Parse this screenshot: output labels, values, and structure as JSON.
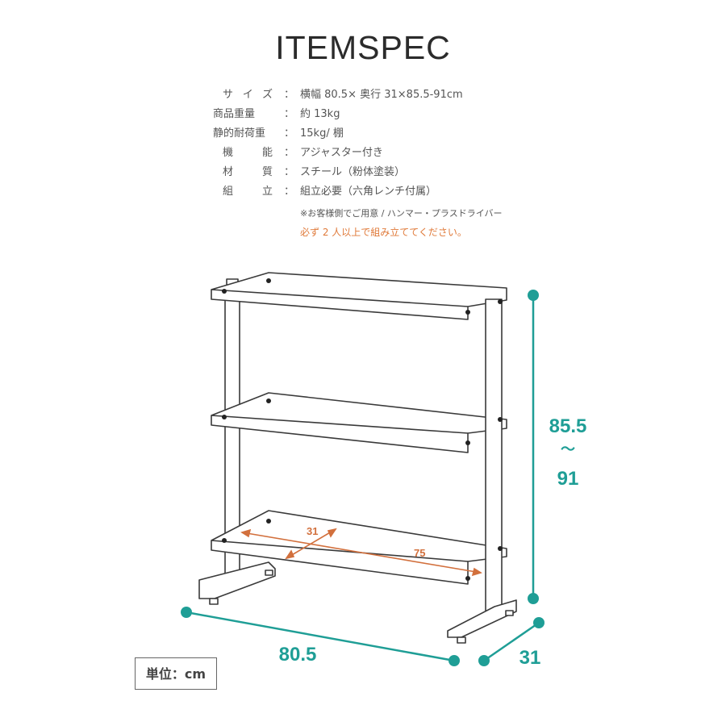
{
  "title": "ITEMSPEC",
  "specs": [
    {
      "label": "サイズ",
      "colon": "：",
      "value": "横幅 80.5× 奥行 31×85.5-91cm"
    },
    {
      "label": "商品重量",
      "colon": "：",
      "value": "約 13kg"
    },
    {
      "label": "静的耐荷重",
      "colon": "：",
      "value": "15kg/ 棚"
    },
    {
      "label": "機能",
      "colon": "：",
      "value": "アジャスター付き"
    },
    {
      "label": "材質",
      "colon": "：",
      "value": "スチール（粉体塗装）"
    },
    {
      "label": "組立",
      "colon": "：",
      "value": "組立必要（六角レンチ付属）"
    }
  ],
  "note": "※お客様側でご用意 / ハンマー・プラスドライバー",
  "warning": "必ず 2 人以上で組み立ててください。",
  "dimensions": {
    "height_top": "85.5",
    "height_sep": "〜",
    "height_bottom": "91",
    "width": "80.5",
    "depth": "31",
    "shelf_depth": "31",
    "shelf_width": "75"
  },
  "unit": "単位：cm",
  "colors": {
    "accent_teal": "#1f9e96",
    "accent_orange": "#d2703d",
    "line": "#3a3a3a"
  }
}
